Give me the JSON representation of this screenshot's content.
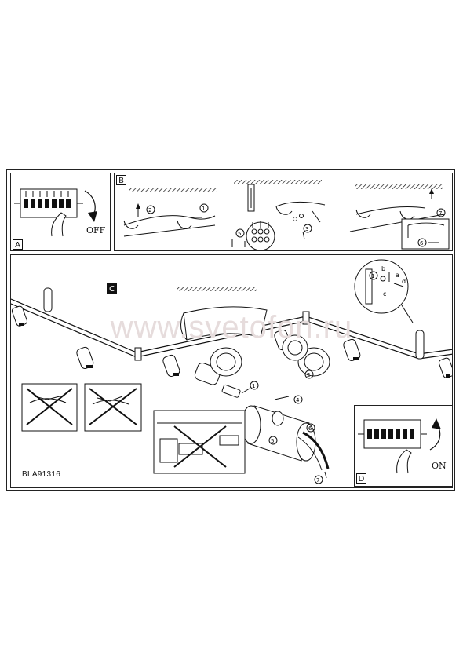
{
  "panels": {
    "a": {
      "tag": "A",
      "switch_label": "OFF"
    },
    "b": {
      "tag": "B"
    },
    "c": {
      "tag": "C"
    },
    "d": {
      "tag": "D",
      "switch_label": "ON"
    }
  },
  "step_numbers": [
    "1",
    "2",
    "3",
    "4",
    "5",
    "6",
    "7"
  ],
  "detail_letters": [
    "a",
    "b",
    "c",
    "d"
  ],
  "watermark": "www.svetofon.ru",
  "model_code": "BLA91316"
}
